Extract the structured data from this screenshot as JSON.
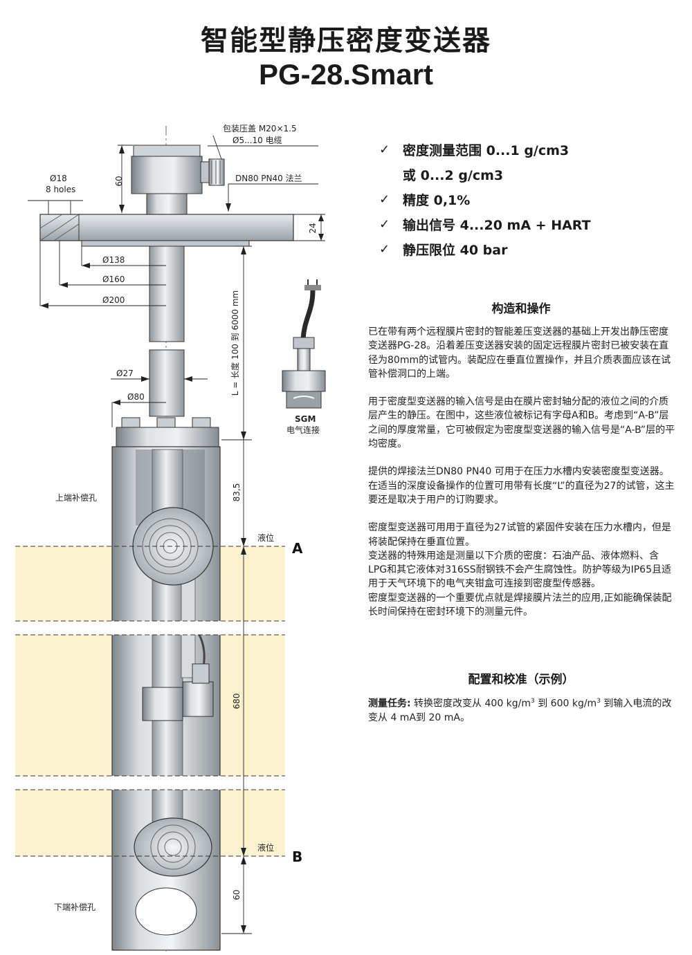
{
  "title": {
    "cn": "智能型静压密度变送器",
    "model": "PG-28.Smart"
  },
  "features": [
    {
      "check": "✓",
      "text": "密度测量范围 0...1 g/cm3"
    },
    {
      "check": "",
      "text": "或 0...2 g/cm3"
    },
    {
      "check": "✓",
      "text": "精度 0,1%"
    },
    {
      "check": "✓",
      "text": "输出信号 4...20 mA + HART"
    },
    {
      "check": "✓",
      "text": "静压限位 40 bar"
    }
  ],
  "section1": {
    "title": "构造和操作",
    "paragraphs": [
      "已在带有两个远程膜片密封的智能差压变送器的基础上开发出静压密度变送器PG-28。沿着差压变送器安装的固定远程膜片密封已被安装在直径为80mm的试管内。装配应在垂直位置操作，并且介质表面应该在试管补偿洞口的上端。",
      "用于密度型变送器的输入信号是由在膜片密封轴分配的液位之间的介质层产生的静压。在图中，这些液位被标记有字母A和B。考虑到“A-B”层之间的厚度常量，它可被假定为密度型变送器的输入信号是“A-B”层的平均密度。",
      "提供的焊接法兰DN80 PN40 可用于在压力水槽内安装密度型变送器。在适当的深度设备操作的位置可用带有长度“L”的直径为27的试管，这主要还是取决于用户的订购要求。",
      "密度型变送器可用用于直径为27试管的紧固件安装在压力水槽内，但是将装配保持在垂直位置。",
      "变送器的特殊用途是测量以下介质的密度：石油产品、液体燃料、含LPG和其它液体对316SS耐钢铁不会产生腐蚀性。防护等级为IP65且适用于天气环境下的电气夹钳盒可连接到密度型传感器。",
      "密度型变送器的一个重要优点就是焊接膜片法兰的应用,正如能确保装配长时间保持在密封环境下的测量元件。"
    ]
  },
  "section2": {
    "title": "配置和校准（示例）",
    "task_label": "测量任务:",
    "task_text_a": " 转换密度改变从  400 kg/m",
    "sup1": "3",
    "task_text_b": " 到 600 kg/m",
    "sup2": "3",
    "task_text_c": " 到输入电流的改变从  4 mA到 20 mA。"
  },
  "drawing": {
    "gland_label": "包装压盖 M20×1.5",
    "cable_label": "Ø5...10 电缆",
    "flange_label": "DN80 PN40 法兰",
    "holes_dia": "Ø18",
    "holes_count": "8 holes",
    "dim_head": "60",
    "dim_flange_thk": "24",
    "d138": "Ø138",
    "d160": "Ø160",
    "d200": "Ø200",
    "length_label": "L = 长度 100 到 6000 mm",
    "d27": "Ø27",
    "d80": "Ø80",
    "sgm_label": "SGM",
    "sgm_sub": "电气连接",
    "upper_hole": "上端补偿孔",
    "lower_hole": "下端补偿孔",
    "dim_83": "83,5",
    "dim_680": "680",
    "dim_60b": "60",
    "level_label_a": "液位",
    "level_label_b": "液位",
    "letter_a": "A",
    "letter_b": "B"
  },
  "colors": {
    "liquid": "#fbf3cf",
    "metal_dark": "#8e959b",
    "metal_light": "#e4e7ea",
    "line": "#222222"
  }
}
